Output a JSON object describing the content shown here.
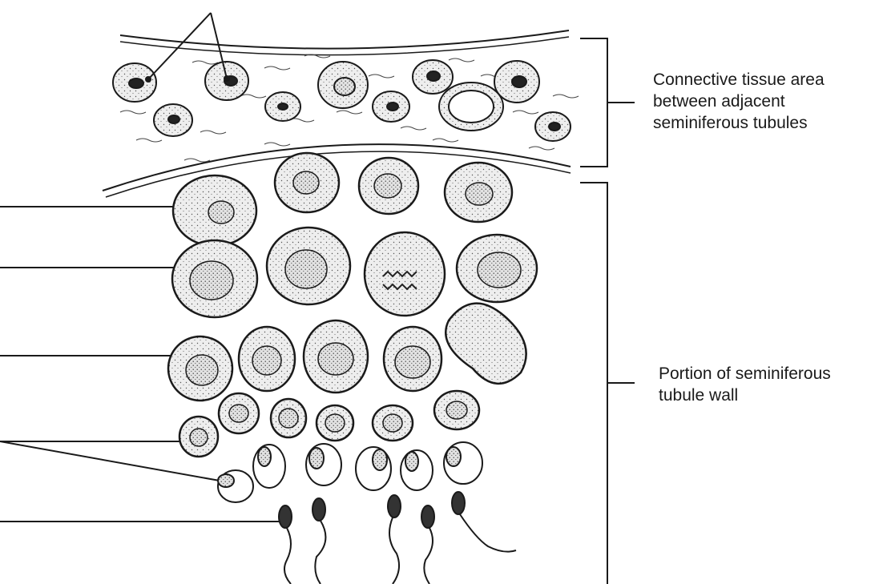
{
  "labels": {
    "connective_tissue": [
      "Connective tissue area",
      "between adjacent",
      "seminiferous tubules"
    ],
    "tubule_wall": [
      "Portion of seminiferous",
      "tubule wall"
    ]
  },
  "colors": {
    "ink": "#1a1a1a",
    "cell_fill": "#ededed",
    "background": "#ffffff"
  }
}
